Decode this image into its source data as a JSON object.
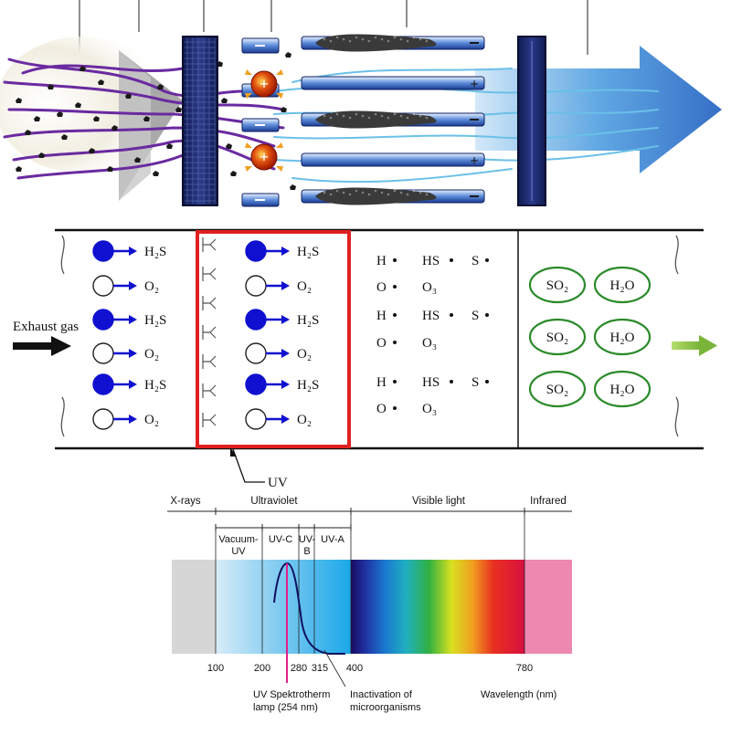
{
  "chamber": {
    "inlet_label": "Exhaust gas",
    "uv_label": "UV",
    "molecules": {
      "h2s": "H₂S",
      "o2": "O₂"
    },
    "radicals": {
      "h": "H",
      "hs": "HS",
      "s": "S",
      "o": "O",
      "o3": "O₃"
    },
    "products": {
      "so2": "SO₂",
      "h2o": "H₂O"
    },
    "colors": {
      "molecule_blue": "#1010d0",
      "uv_box": "#e02020",
      "product_ring": "#2a8a2a",
      "outlet_arrow": "#8cc63f"
    }
  },
  "spectrum": {
    "regions": {
      "xrays": "X-rays",
      "ultraviolet": "Ultraviolet",
      "visible": "Visible light",
      "infrared": "Infrared"
    },
    "uv_bands": {
      "vacuum_line1": "Vacuum-",
      "vacuum_line2": "UV",
      "uvc": "UV-C",
      "uvb_line1": "UV-",
      "uvb_line2": "B",
      "uva": "UV-A"
    },
    "ticks": {
      "t100": "100",
      "t200": "200",
      "t280": "280",
      "t315": "315",
      "t400": "400",
      "t780": "780"
    },
    "annotations": {
      "lamp_line1": "UV Spektrotherm",
      "lamp_line2": "lamp (254 nm)",
      "inact_line1": "Inactivation of",
      "inact_line2": "microorganisms"
    },
    "axis_label": "Wavelength (nm)",
    "colors": {
      "lamp_line": "#e0208a",
      "curve": "#101060"
    }
  }
}
